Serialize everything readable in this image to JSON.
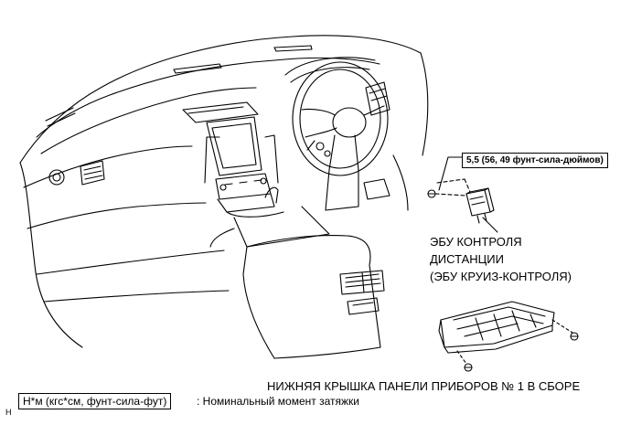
{
  "torque_spec": "5,5 (56, 49 фунт-сила-дюймов)",
  "ecu_label": {
    "line1": "ЭБУ КОНТРОЛЯ",
    "line2": "ДИСТАНЦИИ",
    "line3": "(ЭБУ КРУИЗ-КОНТРОЛЯ)"
  },
  "cover_label": "НИЖНЯЯ КРЫШКА ПАНЕЛИ ПРИБОРОВ № 1 В СБОРЕ",
  "legend": {
    "unit_box": "Н*м (кгс*см, фунт-сила-фут)",
    "description": ": Номинальный момент затяжки",
    "corner_mark": "H"
  },
  "colors": {
    "line": "#000000",
    "background": "#ffffff"
  }
}
